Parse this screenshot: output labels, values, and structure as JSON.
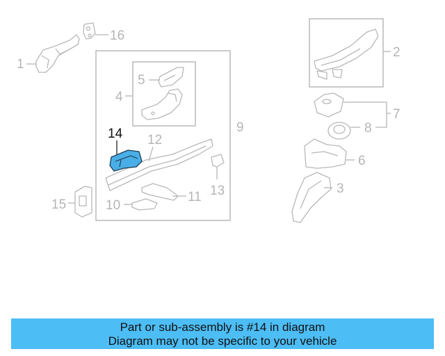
{
  "labels": {
    "l1": "1",
    "l2": "2",
    "l3": "3",
    "l4": "4",
    "l5": "5",
    "l6": "6",
    "l7": "7",
    "l8": "8",
    "l9": "9",
    "l10": "10",
    "l11": "11",
    "l12": "12",
    "l13": "13",
    "l14": "14",
    "l15": "15",
    "l16": "16"
  },
  "highlight": {
    "part_number": "14",
    "color": "#4dbdf5"
  },
  "banner": {
    "line1": "Part or sub-assembly is #14 in diagram",
    "line2": "Diagram may not be specific to your vehicle"
  },
  "colors": {
    "outline": "#b8b8b8",
    "banner_bg": "#4dbdf5",
    "highlight_fill": "#4aaee6"
  }
}
